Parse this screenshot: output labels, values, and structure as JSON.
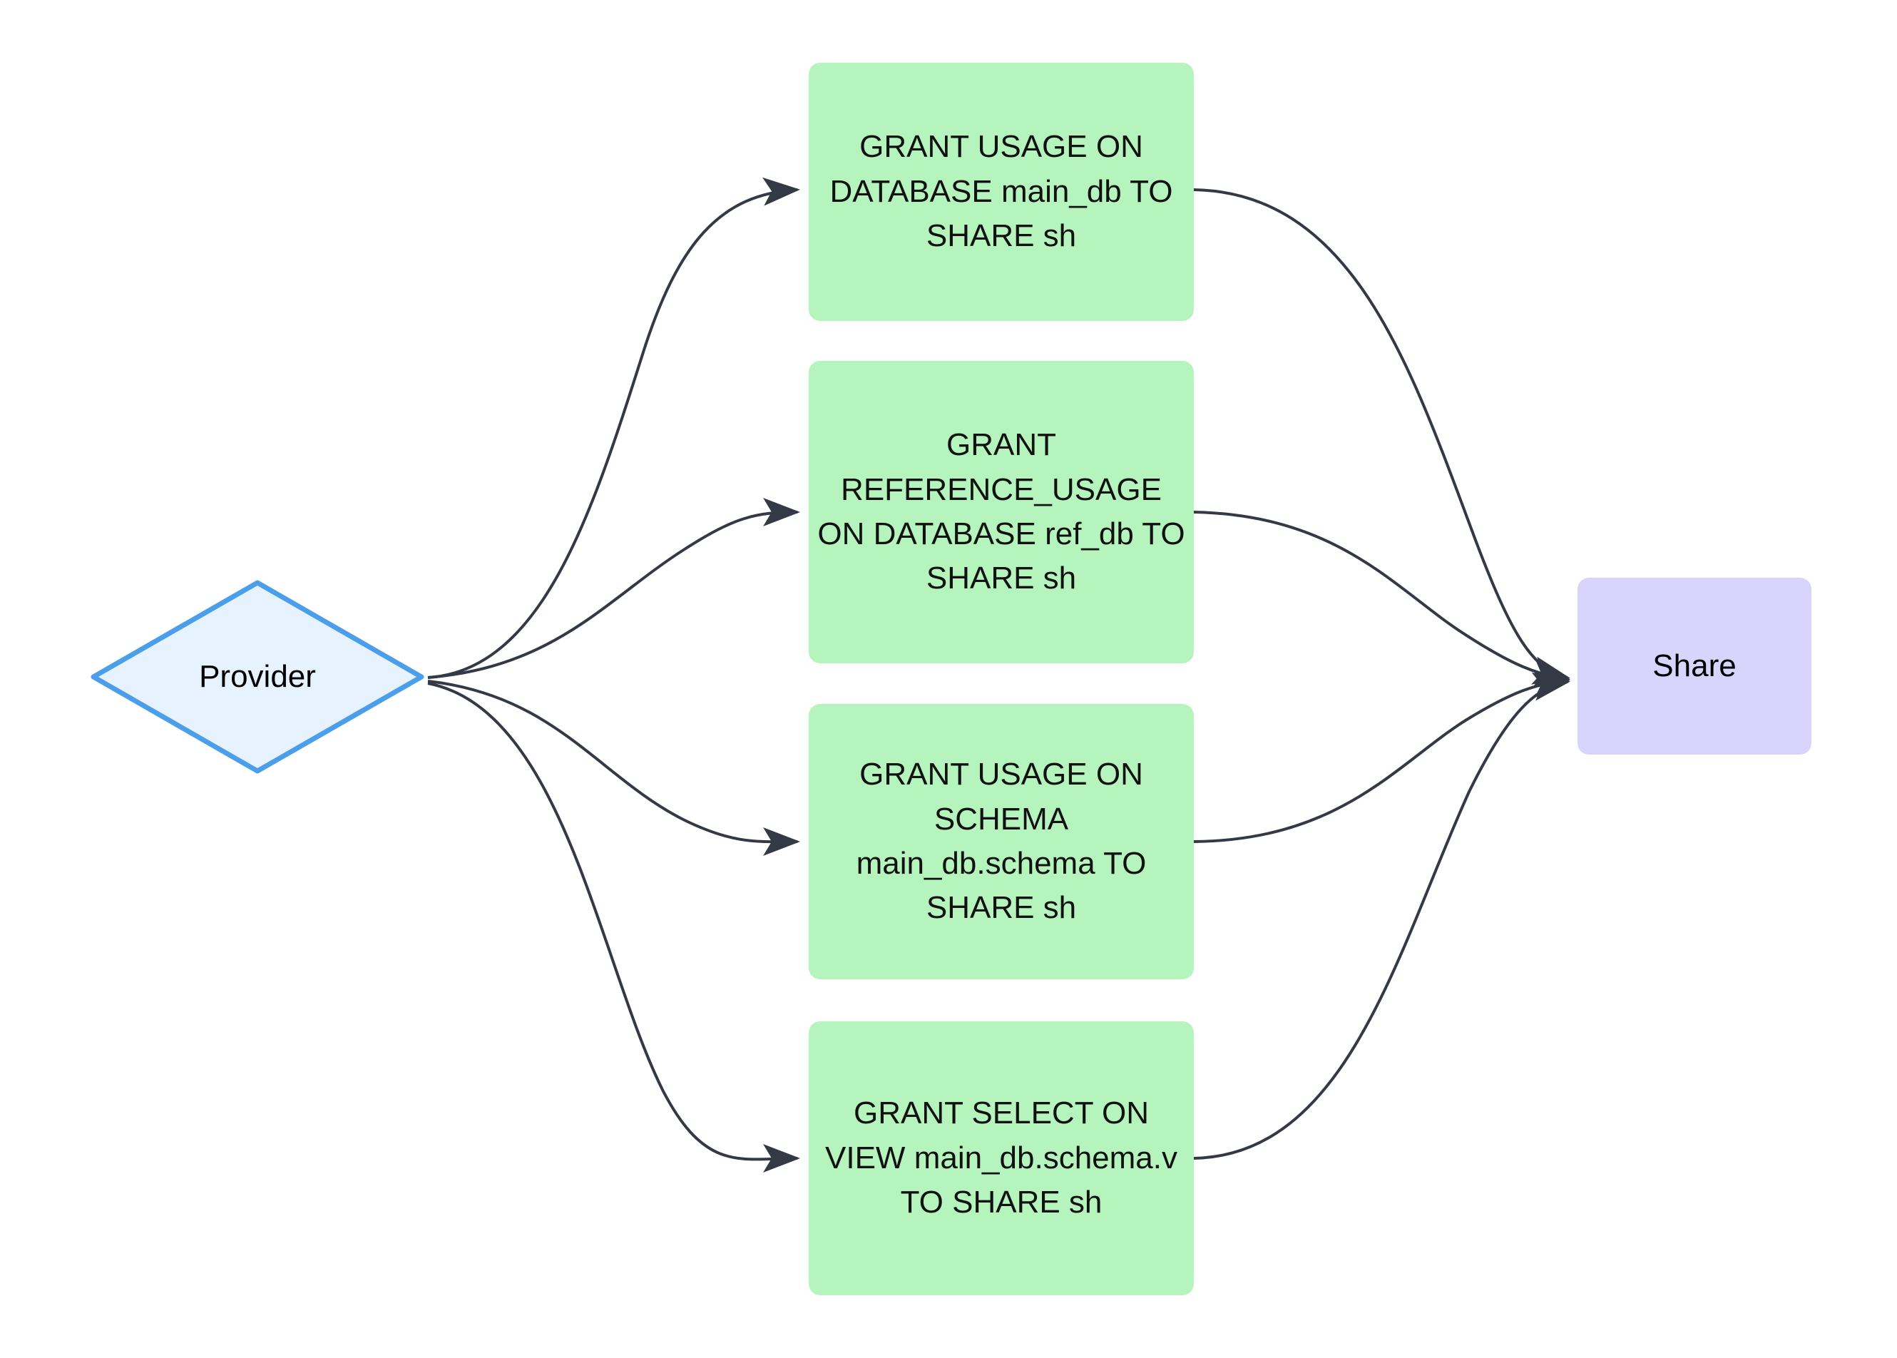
{
  "diagram": {
    "type": "flowchart",
    "direction": "left-to-right",
    "background": "#ffffff",
    "nodes": {
      "provider": {
        "label": "Provider",
        "shape": "diamond",
        "fill": "#e6f2fd",
        "stroke": "#4a9eea"
      },
      "grant_usage_database": {
        "label": "GRANT USAGE ON DATABASE main_db TO SHARE sh",
        "shape": "rounded-rect",
        "fill": "#b5f5bd"
      },
      "grant_reference_usage_database": {
        "label": "GRANT REFERENCE_USAGE ON DATABASE ref_db TO SHARE sh",
        "shape": "rounded-rect",
        "fill": "#b5f5bd"
      },
      "grant_usage_schema": {
        "label": "GRANT USAGE ON SCHEMA main_db.schema TO SHARE sh",
        "shape": "rounded-rect",
        "fill": "#b5f5bd"
      },
      "grant_select_view": {
        "label": "GRANT SELECT ON VIEW main_db.schema.v TO SHARE sh",
        "shape": "rounded-rect",
        "fill": "#b5f5bd"
      },
      "share": {
        "label": "Share",
        "shape": "rounded-rect",
        "fill": "#d8d4fb"
      }
    },
    "edges": [
      {
        "from": "provider",
        "to": "grant_usage_database",
        "arrow": "end"
      },
      {
        "from": "provider",
        "to": "grant_reference_usage_database",
        "arrow": "end"
      },
      {
        "from": "provider",
        "to": "grant_usage_schema",
        "arrow": "end"
      },
      {
        "from": "provider",
        "to": "grant_select_view",
        "arrow": "end"
      },
      {
        "from": "grant_usage_database",
        "to": "share",
        "arrow": "end"
      },
      {
        "from": "grant_reference_usage_database",
        "to": "share",
        "arrow": "end"
      },
      {
        "from": "grant_usage_schema",
        "to": "share",
        "arrow": "end"
      },
      {
        "from": "grant_select_view",
        "to": "share",
        "arrow": "end"
      }
    ],
    "edge_color": "#333a45"
  }
}
